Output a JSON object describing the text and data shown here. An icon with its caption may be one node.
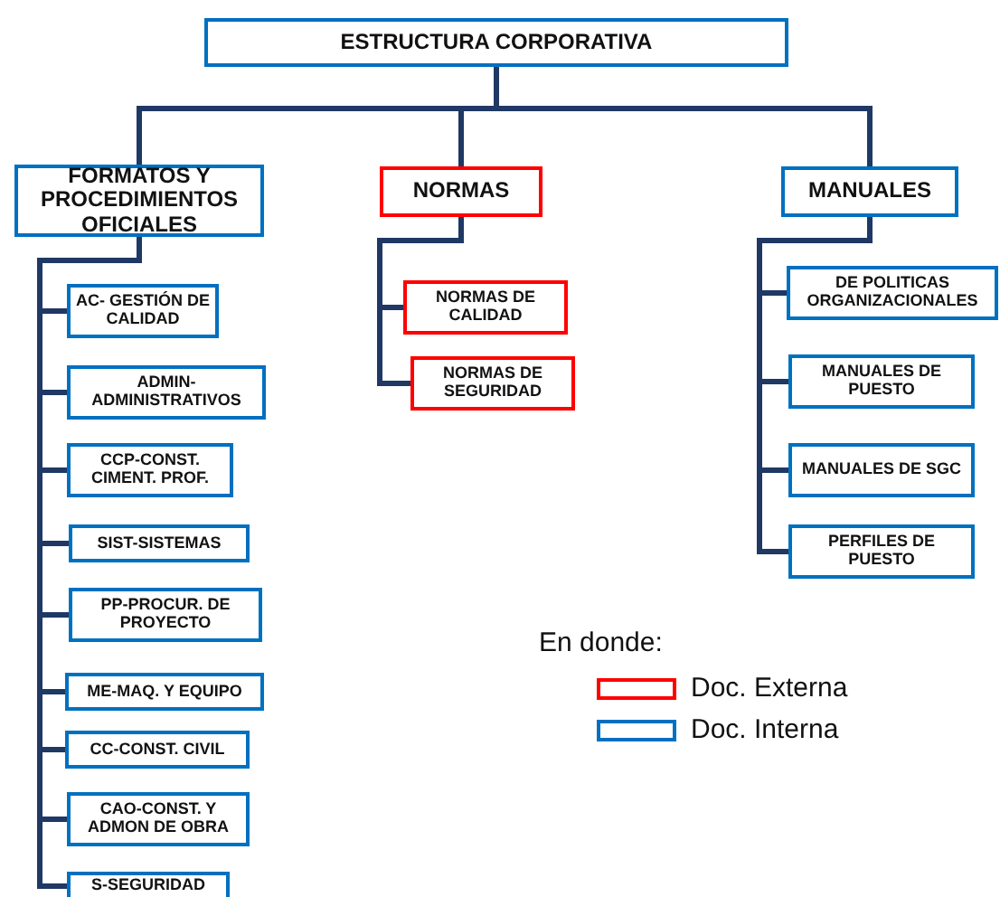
{
  "diagram": {
    "nodes": [
      {
        "text": [
          "ESTRUCTURA CORPORATIVA"
        ]
      },
      {
        "text": [
          "FORMATOS Y PROCEDIMIENTOS OFICIALES"
        ]
      },
      {
        "text": [
          "NORMAS"
        ]
      },
      {
        "text": [
          "MANUALES"
        ]
      },
      {
        "text": [
          "AC- GESTIÓN DE CALIDAD"
        ]
      },
      {
        "text": [
          "ADMIN-ADMINISTRATIVOS"
        ]
      },
      {
        "text": [
          "CCP-CONST. CIMENT. PROF."
        ]
      },
      {
        "text": [
          "SIST-SISTEMAS"
        ]
      },
      {
        "text": [
          "PP-PROCUR. DE PROYECTO"
        ]
      },
      {
        "text": [
          "ME-MAQ. Y EQUIPO"
        ]
      },
      {
        "text": [
          "CC-CONST. CIVIL"
        ]
      },
      {
        "text": [
          "CAO-CONST. Y ADMON DE OBRA"
        ]
      },
      {
        "text": [
          "S-SEGURIDAD"
        ]
      },
      {
        "text": [
          "NORMAS DE CALIDAD"
        ]
      },
      {
        "text": [
          "NORMAS DE SEGURIDAD"
        ]
      },
      {
        "text": [
          "DE POLITICAS ORGANIZACIONALES"
        ]
      },
      {
        "text": [
          "MANUALES DE PUESTO"
        ]
      },
      {
        "text": [
          "MANUALES DE SGC"
        ]
      },
      {
        "text": [
          "PERFILES DE PUESTO"
        ]
      }
    ],
    "edges": [
      {
        "from": 0,
        "to": 1,
        "arrow": "none"
      },
      {
        "from": 0,
        "to": 2,
        "arrow": "none"
      },
      {
        "from": 0,
        "to": 3,
        "arrow": "none"
      },
      {
        "from": 1,
        "to": 4,
        "arrow": "none"
      },
      {
        "from": 1,
        "to": 5,
        "arrow": "none"
      },
      {
        "from": 1,
        "to": 6,
        "arrow": "none"
      },
      {
        "from": 1,
        "to": 7,
        "arrow": "none"
      },
      {
        "from": 1,
        "to": 8,
        "arrow": "none"
      },
      {
        "from": 1,
        "to": 9,
        "arrow": "none"
      },
      {
        "from": 1,
        "to": 10,
        "arrow": "none"
      },
      {
        "from": 1,
        "to": 11,
        "arrow": "none"
      },
      {
        "from": 1,
        "to": 12,
        "arrow": "none"
      },
      {
        "from": 2,
        "to": 13,
        "arrow": "none"
      },
      {
        "from": 2,
        "to": 14,
        "arrow": "none"
      },
      {
        "from": 3,
        "to": 15,
        "arrow": "none"
      },
      {
        "from": 3,
        "to": 16,
        "arrow": "none"
      },
      {
        "from": 3,
        "to": 17,
        "arrow": "none"
      },
      {
        "from": 3,
        "to": 18,
        "arrow": "none"
      }
    ],
    "labels": [
      "En donde:"
    ],
    "legend": [
      {
        "text": "Doc. Externa",
        "color": "#ff0000"
      },
      {
        "text": "Doc. Interna",
        "color": "#0070c0"
      }
    ]
  }
}
